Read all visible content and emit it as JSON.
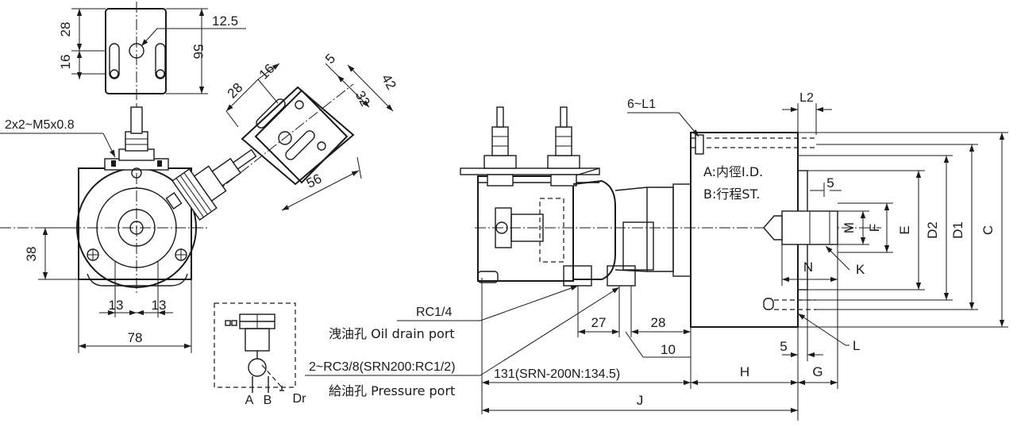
{
  "dimensions": {
    "top_view": {
      "d28": "28",
      "d16": "16",
      "d12_5": "12.5",
      "d56": "56"
    },
    "rotated_view": {
      "d28": "28",
      "d16": "16",
      "d5": "5",
      "d32": "32",
      "d42": "42",
      "d56": "56"
    },
    "front_view": {
      "thread": "2x2~M5x0.8",
      "d38": "38",
      "d13_left": "13",
      "d13_right": "13",
      "d78": "78"
    },
    "symbol": {
      "port_a": "A",
      "port_b": "B",
      "port_dr": "Dr"
    },
    "side_view": {
      "bolt_holes": "6~L1",
      "L2": "L2",
      "bore_note": "A:内徑I.D.",
      "stroke_note": "B:行程ST.",
      "d5_top": "5",
      "M": "M",
      "F": "F",
      "E": "E",
      "D2": "D2",
      "D1": "D1",
      "C": "C",
      "N": "N",
      "K": "K",
      "L": "L",
      "drain_thread": "RC1/4",
      "drain_label": "洩油孔 Oil drain port",
      "pressure_thread": "2~RC3/8(SRN200:RC1/2)",
      "pressure_label": "給油孔 Pressure port",
      "d27": "27",
      "d28": "28",
      "d10": "10",
      "d131": "131(SRN-200N:134.5)",
      "d5_bottom": "5",
      "H": "H",
      "G": "G",
      "J": "J"
    }
  }
}
